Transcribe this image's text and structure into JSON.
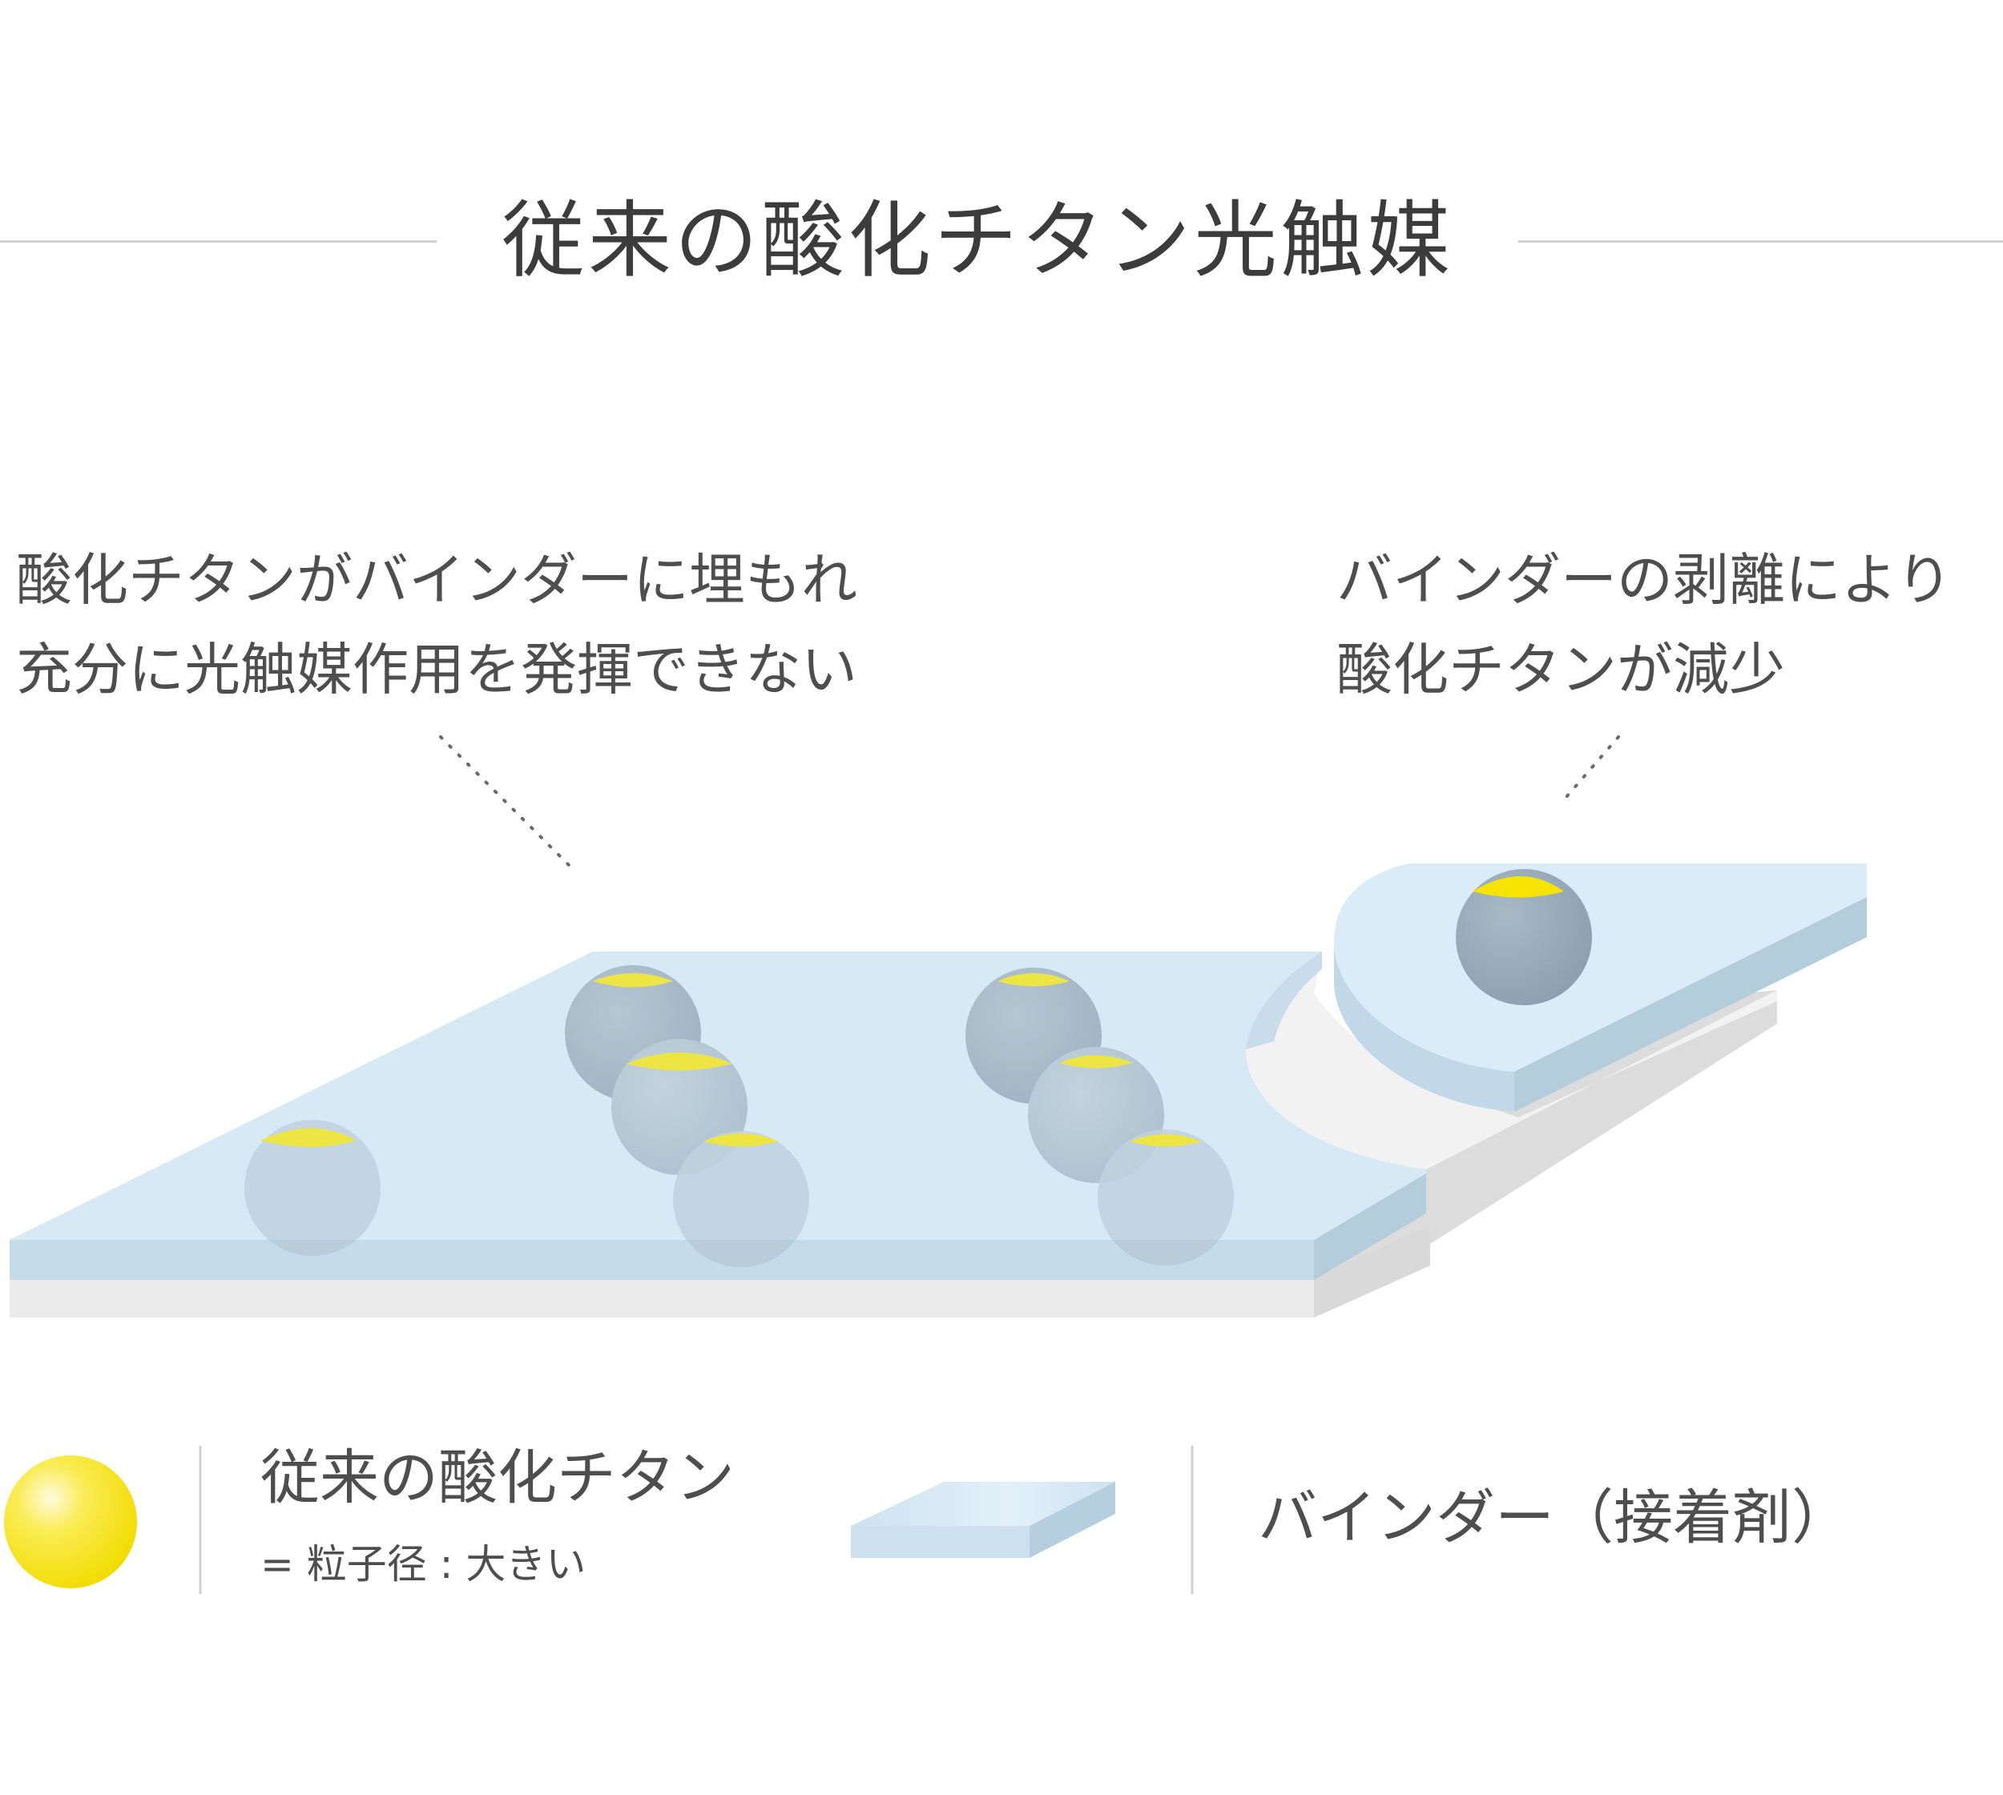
{
  "title": "従来の酸化チタン光触媒",
  "callouts": {
    "left": {
      "line1": "酸化チタンがバインダーに埋もれ",
      "line2": "充分に光触媒作用を発揮できない"
    },
    "right": {
      "line1": "バインダーの剥離により",
      "line2": "酸化チタンが減少"
    }
  },
  "legend": {
    "tio2": {
      "label": "従来の酸化チタン",
      "sub": "= 粒子径 : 大きい",
      "color": "#f5e100"
    },
    "binder": {
      "label": "バインダー（接着剤）",
      "color": "#cfe3f0"
    }
  },
  "colors": {
    "binder_top": "#d3e7f4",
    "binder_side": "#b7d0e0",
    "base": "#e6e6e6",
    "particle": "#a7b6c2",
    "title_rule": "#d0d0d0"
  }
}
